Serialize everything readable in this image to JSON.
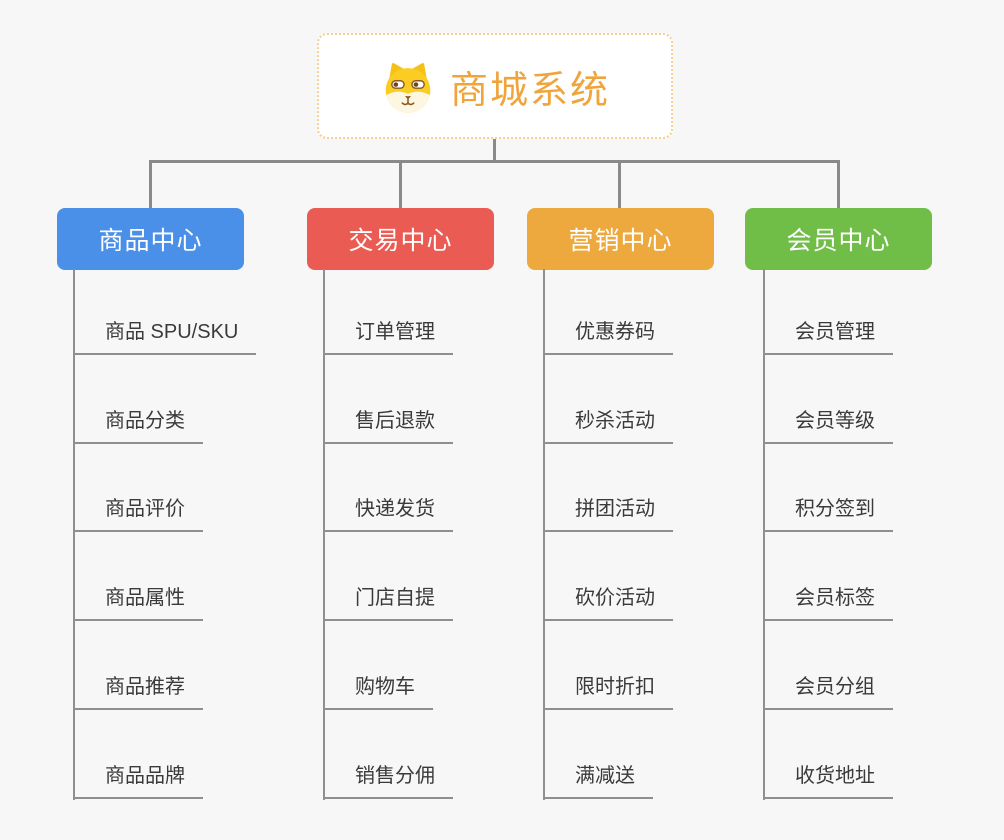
{
  "root": {
    "title": "商城系统",
    "icon": "shiba-dog-icon"
  },
  "branches": [
    {
      "label": "商品中心",
      "color": "#4b90e8",
      "items": [
        "商品 SPU/SKU",
        "商品分类",
        "商品评价",
        "商品属性",
        "商品推荐",
        "商品品牌"
      ]
    },
    {
      "label": "交易中心",
      "color": "#ea5b53",
      "items": [
        "订单管理",
        "售后退款",
        "快递发货",
        "门店自提",
        "购物车",
        "销售分佣"
      ]
    },
    {
      "label": "营销中心",
      "color": "#eda93e",
      "items": [
        "优惠券码",
        "秒杀活动",
        "拼团活动",
        "砍价活动",
        "限时折扣",
        "满减送"
      ]
    },
    {
      "label": "会员中心",
      "color": "#70be47",
      "items": [
        "会员管理",
        "会员等级",
        "积分签到",
        "会员标签",
        "会员分组",
        "收货地址"
      ]
    }
  ],
  "colors": {
    "background": "#f7f7f7",
    "connector": "#8a8a8a",
    "root_accent": "#f0a53c",
    "root_border": "#f3cf92",
    "leaf_text": "#3a3a3a"
  }
}
